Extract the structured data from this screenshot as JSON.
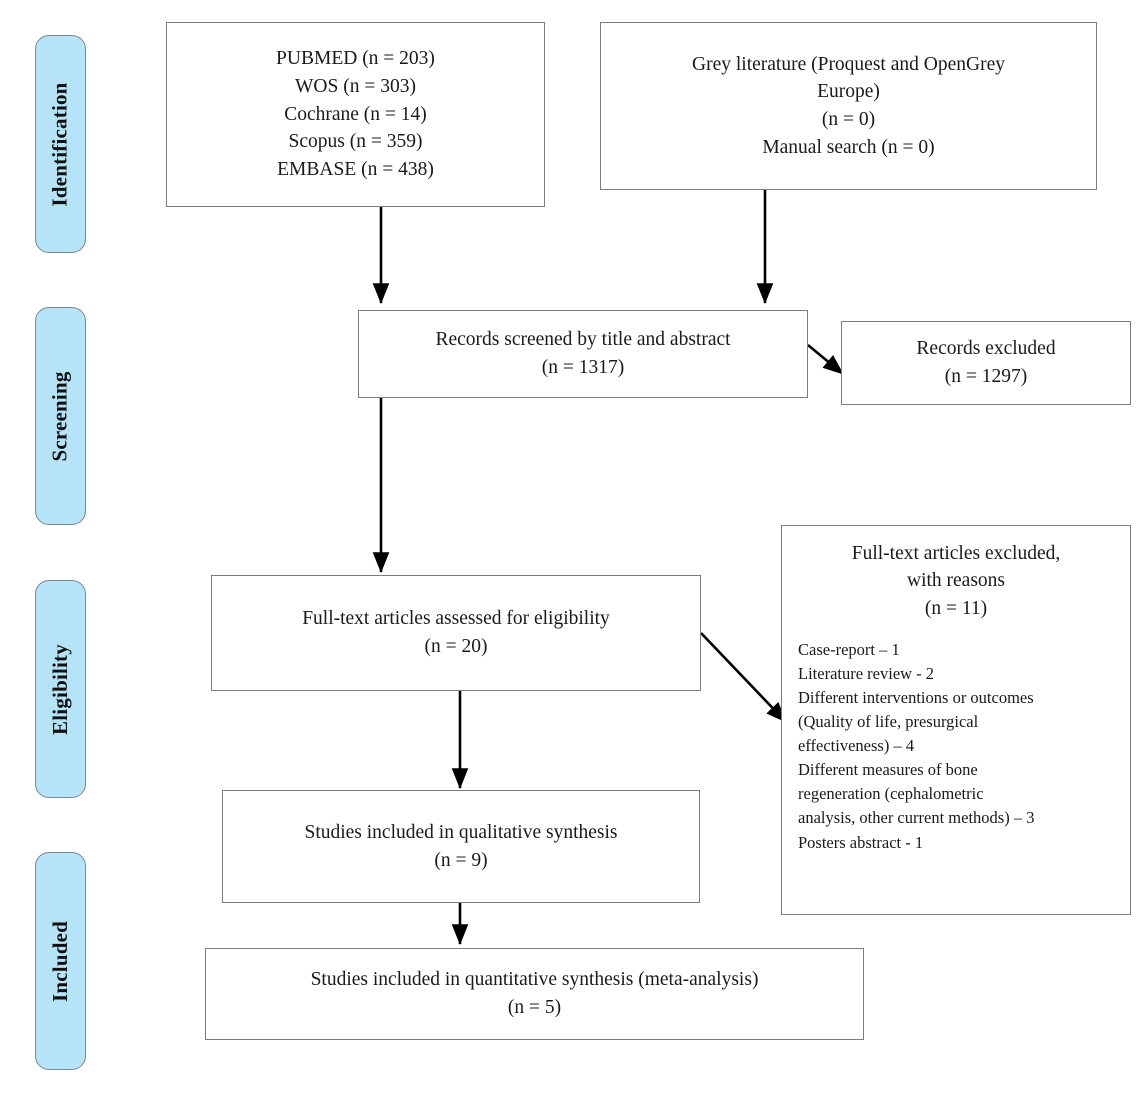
{
  "diagram": {
    "title": "PRISMA flow diagram",
    "type": "prisma-flow-chart",
    "colors": {
      "stage_fill": "#b5e3f8",
      "stage_border": "#7a8a93",
      "box_border": "#7c7c7c",
      "box_fill": "#ffffff",
      "text": "#1a1a1a",
      "connector": "#000000"
    }
  },
  "stages": [
    {
      "id": "identification",
      "label": "Identification"
    },
    {
      "id": "screening",
      "label": "Screening"
    },
    {
      "id": "eligibility",
      "label": "Eligibility"
    },
    {
      "id": "included",
      "label": "Included"
    }
  ],
  "boxes": {
    "databases": {
      "lines": [
        "PUBMED (n = 203)",
        "WOS (n = 303)",
        "Cochrane (n = 14)",
        "Scopus (n = 359)",
        "EMBASE (n = 438)"
      ]
    },
    "grey_literature": {
      "lines": [
        "Grey literature (Proquest and OpenGrey",
        "Europe)",
        "(n = 0)",
        "Manual search (n = 0)"
      ]
    },
    "records_screened": {
      "lines": [
        "Records screened by title and abstract",
        "(n = 1317)"
      ]
    },
    "records_excluded": {
      "lines": [
        "Records excluded",
        "(n = 1297)"
      ]
    },
    "fulltext_assessed": {
      "lines": [
        "Full-text articles assessed for eligibility",
        "(n = 20)"
      ]
    },
    "fulltext_excluded": {
      "heading_lines": [
        "Full-text articles excluded,",
        "with reasons",
        "(n = 11)"
      ],
      "reason_lines": [
        "Case-report – 1",
        "Literature review - 2",
        "Different interventions or outcomes",
        "(Quality of life, presurgical",
        "effectiveness) – 4",
        "Different measures of bone",
        "regeneration (cephalometric",
        "analysis, other current methods) – 3",
        "Posters abstract - 1"
      ]
    },
    "qualitative_synthesis": {
      "lines": [
        "Studies included in qualitative synthesis",
        "(n = 9)"
      ]
    },
    "quantitative_synthesis": {
      "lines": [
        "Studies included in quantitative synthesis (meta-analysis)",
        "(n = 5)"
      ]
    }
  },
  "chart_data": {
    "type": "diagram",
    "title": "PRISMA flow diagram",
    "counts": {
      "pubmed": 203,
      "wos": 303,
      "cochrane": 14,
      "scopus": 359,
      "embase": 438,
      "grey_literature": 0,
      "manual_search": 0,
      "records_screened": 1317,
      "records_excluded": 1297,
      "fulltext_assessed": 20,
      "fulltext_excluded": 11,
      "qualitative_synthesis": 9,
      "quantitative_synthesis": 5
    },
    "exclusion_reasons": [
      {
        "reason": "Case-report",
        "n": 1
      },
      {
        "reason": "Literature review",
        "n": 2
      },
      {
        "reason": "Different interventions or outcomes (Quality of life, presurgical effectiveness)",
        "n": 4
      },
      {
        "reason": "Different measures of bone regeneration (cephalometric analysis, other current methods)",
        "n": 3
      },
      {
        "reason": "Posters abstract",
        "n": 1
      }
    ]
  }
}
